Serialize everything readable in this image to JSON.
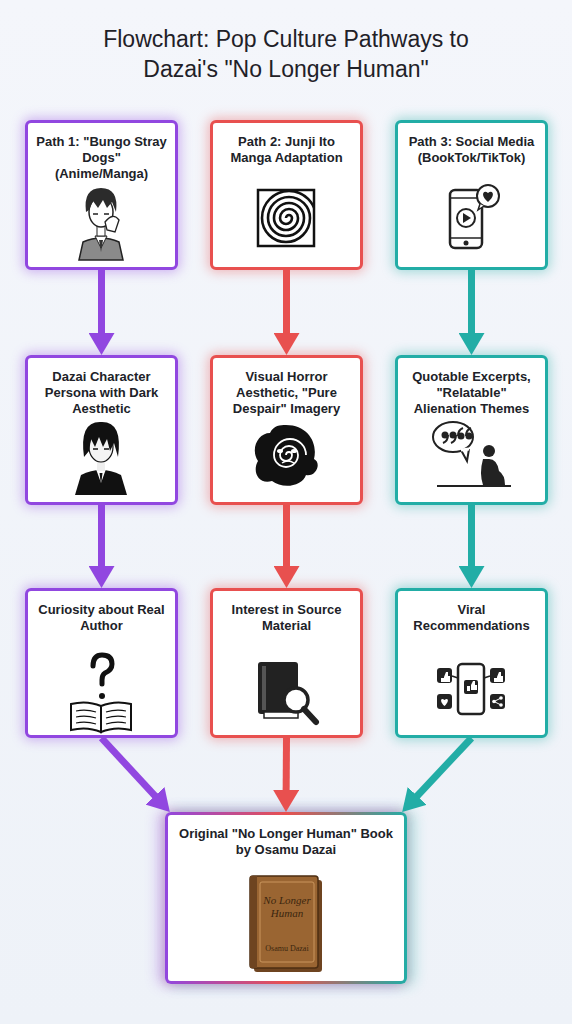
{
  "diagram": {
    "title": "Flowchart: Pop Culture Pathways to Dazai's \"No Longer Human\"",
    "nodes": [
      {
        "text": [
          "Path 1: \"Bungo Stray Dogs\" (Anime/Manga)"
        ]
      },
      {
        "text": [
          "Path 2: Junji Ito Manga Adaptation"
        ]
      },
      {
        "text": [
          "Path 3: Social Media (BookTok/TikTok)"
        ]
      },
      {
        "text": [
          "Dazai Character Persona with Dark Aesthetic"
        ]
      },
      {
        "text": [
          "Visual Horror Aesthetic, \"Pure Despair\" Imagery"
        ]
      },
      {
        "text": [
          "Quotable Excerpts, \"Relatable\" Alienation Themes"
        ]
      },
      {
        "text": [
          "Curiosity about Real Author"
        ]
      },
      {
        "text": [
          "Interest in Source Material"
        ]
      },
      {
        "text": [
          "Viral Recommendations"
        ]
      },
      {
        "text": [
          "Original \"No Longer Human\" Book by Osamu Dazai"
        ]
      }
    ],
    "edges": [
      {
        "from": 0,
        "to": 3,
        "arrow": "to"
      },
      {
        "from": 1,
        "to": 4,
        "arrow": "to"
      },
      {
        "from": 2,
        "to": 5,
        "arrow": "to"
      },
      {
        "from": 3,
        "to": 6,
        "arrow": "to"
      },
      {
        "from": 4,
        "to": 7,
        "arrow": "to"
      },
      {
        "from": 5,
        "to": 8,
        "arrow": "to"
      },
      {
        "from": 6,
        "to": 9,
        "arrow": "to"
      },
      {
        "from": 7,
        "to": 9,
        "arrow": "to"
      },
      {
        "from": 8,
        "to": 9,
        "arrow": "to"
      }
    ],
    "labels": [
      "No Longer Human",
      "Osamu Dazai"
    ]
  }
}
